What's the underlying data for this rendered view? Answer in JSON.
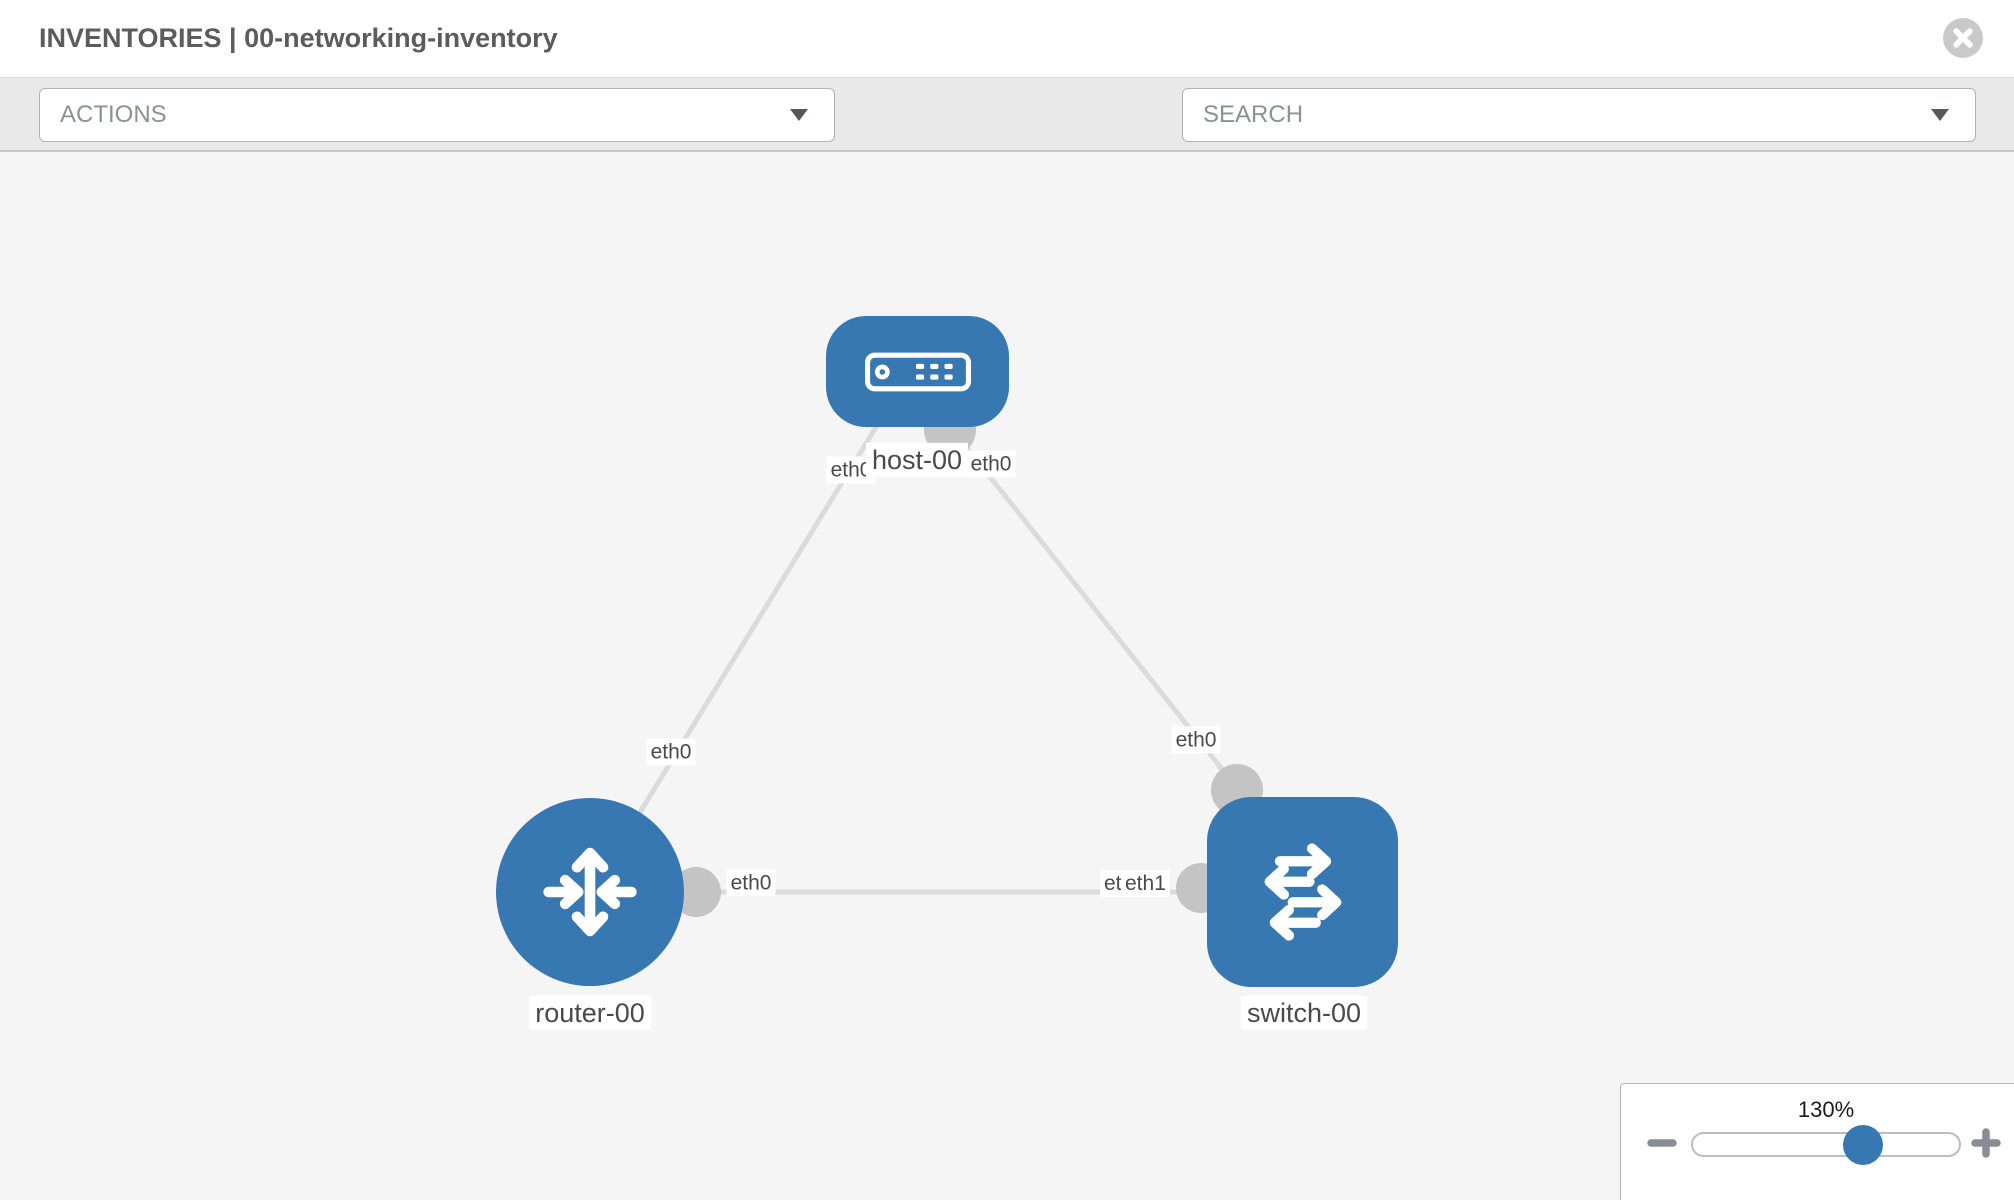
{
  "header": {
    "title": "INVENTORIES | 00-networking-inventory"
  },
  "toolbar": {
    "actions_label": "ACTIONS",
    "search_label": "SEARCH",
    "icons": [
      "wrench-icon",
      "key-icon"
    ]
  },
  "canvas": {
    "nodes": [
      {
        "id": "host-00",
        "type": "host",
        "label": "host-00",
        "icon": "server-icon"
      },
      {
        "id": "router-00",
        "type": "router",
        "label": "router-00",
        "icon": "router-arrows-icon"
      },
      {
        "id": "switch-00",
        "type": "switch",
        "label": "switch-00",
        "icon": "switch-arrows-icon"
      }
    ],
    "links": [
      {
        "from": "router-00",
        "from_interface": "eth0",
        "to": "host-00",
        "to_interface": "eth0"
      },
      {
        "from": "switch-00",
        "from_interface": "eth0",
        "to": "host-00",
        "to_interface": "eth0"
      },
      {
        "from": "router-00",
        "from_interface": "eth0",
        "to": "switch-00",
        "to_interface": "eth1",
        "to_interface_behind": "eth0"
      }
    ]
  },
  "zoom_panel": {
    "level": "130%"
  },
  "colors": {
    "node_blue": "#3878b2",
    "link_gray": "#dbdbdb",
    "connector_gray": "#c4c4c4",
    "canvas_bg": "#f5f5f5",
    "toolbar_bg": "#e9e9e9",
    "close_icon_gray": "#c9c9c9",
    "label_text": "#4a4a4a"
  }
}
